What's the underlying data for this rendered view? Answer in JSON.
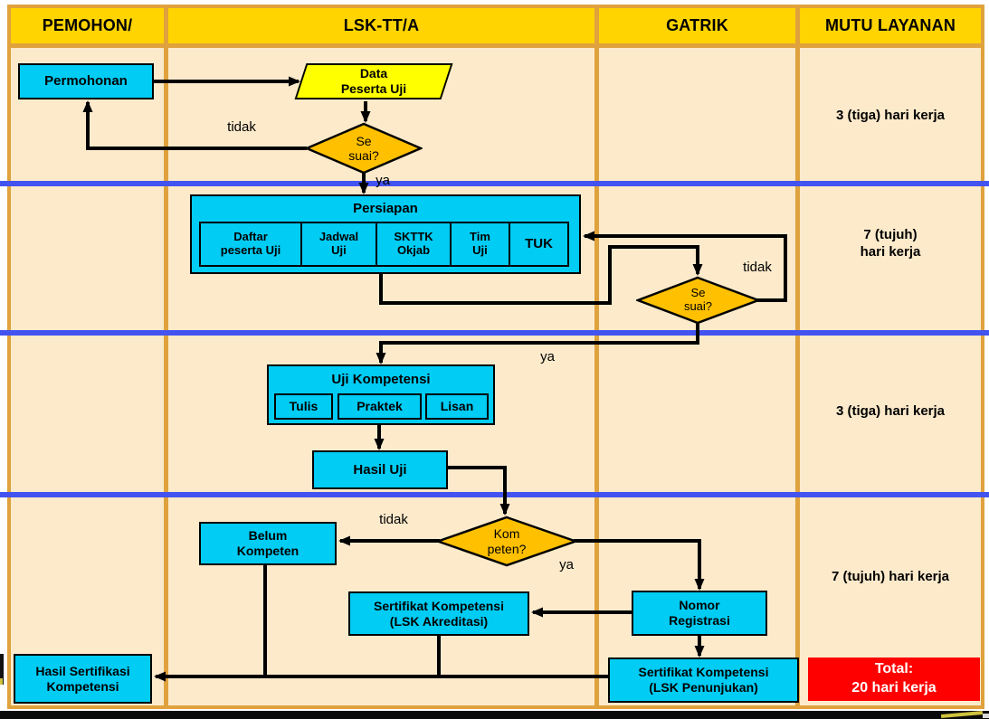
{
  "header": {
    "columns": [
      "PEMOHON/",
      "LSK-TT/A",
      "GATRIK",
      "MUTU LAYANAN"
    ]
  },
  "flow": {
    "permohonan": "Permohonan",
    "data_peserta_uji": "Data\nPeserta Uji",
    "sesuai": "Se\nsuai?",
    "persiapan": {
      "title": "Persiapan",
      "items": [
        "Daftar\npeserta Uji",
        "Jadwal\nUji",
        "SKTTK\nOkjab",
        "Tim\nUji",
        "TUK"
      ]
    },
    "uji_kompetensi": {
      "title": "Uji Kompetensi",
      "items": [
        "Tulis",
        "Praktek",
        "Lisan"
      ]
    },
    "hasil_uji": "Hasil Uji",
    "kompeten": "Kom\npeten?",
    "belum_kompeten": "Belum\nKompeten",
    "sertifikat_akreditasi": "Sertifikat Kompetensi\n(LSK Akreditasi)",
    "nomor_registrasi": "Nomor\nRegistrasi",
    "sertifikat_penunjukan": "Sertifikat Kompetensi\n(LSK Penunjukan)",
    "hasil_sertifikasi": "Hasil Sertifikasi\nKompetensi"
  },
  "labels": {
    "ya": "ya",
    "tidak": "tidak"
  },
  "mutu_layanan": {
    "row1": "3 (tiga) hari kerja",
    "row2": "7 (tujuh)\nhari kerja",
    "row3": "3 (tiga) hari kerja",
    "row4": "7 (tujuh) hari kerja",
    "total": "Total:\n20 hari kerja"
  },
  "colors": {
    "header_fill": "#FFD400",
    "lane_fill": "#FCEACB",
    "grid_border": "#DFA23D",
    "process_fill": "#00CCF4",
    "decision_fill": "#FFC000",
    "data_fill": "#FFFF00",
    "divider_blue": "#4353F0",
    "total_fill": "#FF0000",
    "line_black": "#000000"
  }
}
